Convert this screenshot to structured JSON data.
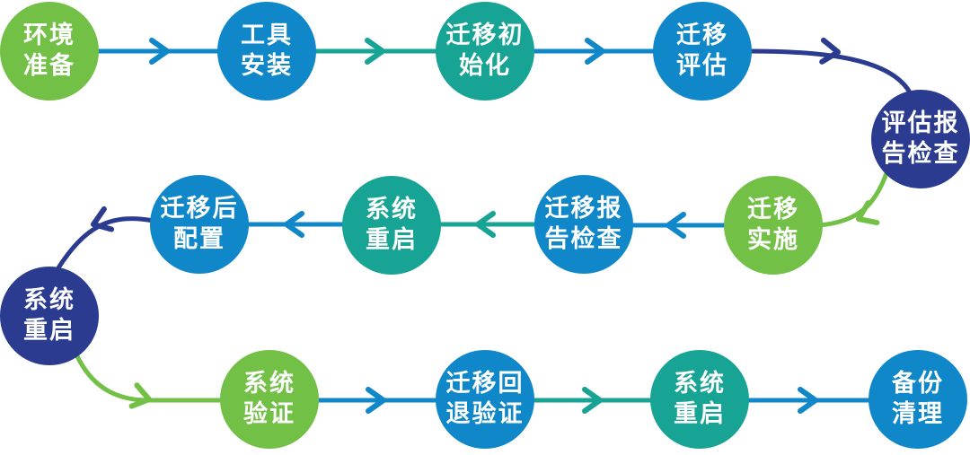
{
  "diagram": {
    "type": "process-flow",
    "description_nodes_in_order": [
      "env-prep",
      "tool-install",
      "migration-init",
      "migration-assess",
      "assess-report-check",
      "migration-implement",
      "migration-report-check",
      "system-restart-mid",
      "post-migration-config",
      "system-restart-left",
      "system-verify",
      "rollback-verify",
      "system-restart-bottom",
      "backup-cleanup"
    ]
  },
  "palette": {
    "green": "#73C047",
    "blue": "#0F87C9",
    "teal": "#18A494",
    "navy": "#2B3B8F",
    "label": "#FFFFFF",
    "background": "#FFFFFF"
  },
  "nodes": [
    {
      "id": "env-prep",
      "label": "环境\n准备",
      "color": "green"
    },
    {
      "id": "tool-install",
      "label": "工具\n安装",
      "color": "blue"
    },
    {
      "id": "migration-init",
      "label": "迁移初\n始化",
      "color": "teal"
    },
    {
      "id": "migration-assess",
      "label": "迁移\n评估",
      "color": "blue"
    },
    {
      "id": "assess-report-check",
      "label": "评估报\n告检查",
      "color": "navy"
    },
    {
      "id": "migration-implement",
      "label": "迁移\n实施",
      "color": "green"
    },
    {
      "id": "migration-report-check",
      "label": "迁移报\n告检查",
      "color": "blue"
    },
    {
      "id": "system-restart-mid",
      "label": "系统\n重启",
      "color": "teal"
    },
    {
      "id": "post-migration-config",
      "label": "迁移后\n配置",
      "color": "blue"
    },
    {
      "id": "system-restart-left",
      "label": "系统\n重启",
      "color": "navy"
    },
    {
      "id": "system-verify",
      "label": "系统\n验证",
      "color": "green"
    },
    {
      "id": "rollback-verify",
      "label": "迁移回\n退验证",
      "color": "blue"
    },
    {
      "id": "system-restart-bottom",
      "label": "系统\n重启",
      "color": "teal"
    },
    {
      "id": "backup-cleanup",
      "label": "备份\n清理",
      "color": "blue"
    }
  ],
  "connectors": [
    {
      "from": "env-prep",
      "to": "tool-install",
      "color": "blue"
    },
    {
      "from": "tool-install",
      "to": "migration-init",
      "color": "teal"
    },
    {
      "from": "migration-init",
      "to": "migration-assess",
      "color": "blue"
    },
    {
      "from": "migration-assess",
      "to": "assess-report-check",
      "color": "navy"
    },
    {
      "from": "assess-report-check",
      "to": "migration-implement",
      "color": "green"
    },
    {
      "from": "migration-implement",
      "to": "migration-report-check",
      "color": "blue"
    },
    {
      "from": "migration-report-check",
      "to": "system-restart-mid",
      "color": "teal"
    },
    {
      "from": "system-restart-mid",
      "to": "post-migration-config",
      "color": "blue"
    },
    {
      "from": "post-migration-config",
      "to": "system-restart-left",
      "color": "navy"
    },
    {
      "from": "system-restart-left",
      "to": "system-verify",
      "color": "green"
    },
    {
      "from": "system-verify",
      "to": "rollback-verify",
      "color": "blue"
    },
    {
      "from": "rollback-verify",
      "to": "system-restart-bottom",
      "color": "teal"
    },
    {
      "from": "system-restart-bottom",
      "to": "backup-cleanup",
      "color": "blue"
    }
  ]
}
